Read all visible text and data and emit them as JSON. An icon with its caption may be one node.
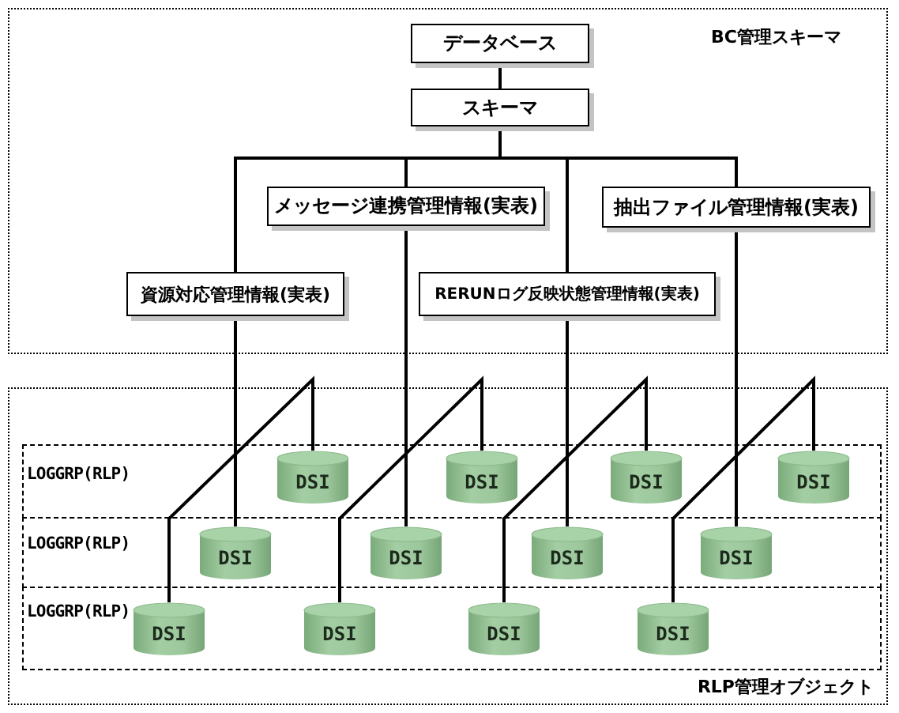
{
  "diagram": {
    "nodes": [
      {
        "text": [
          "BC管理スキーマ"
        ]
      },
      {
        "text": [
          "データベース"
        ],
        "in": 0
      },
      {
        "text": [
          "スキーマ"
        ],
        "in": 0
      },
      {
        "text": [
          "メッセージ連携管理情報(実表)"
        ],
        "in": 0
      },
      {
        "text": [
          "抽出ファイル管理情報(実表)"
        ],
        "in": 0
      },
      {
        "text": [
          "資源対応管理情報(実表)"
        ],
        "in": 0
      },
      {
        "text": [
          "RERUNログ反映状態管理情報(実表)"
        ],
        "in": 0
      },
      {
        "text": [
          "RLP管理オブジェクト"
        ]
      },
      {
        "text": [
          "LOGGRP(RLP)"
        ],
        "in": 7
      },
      {
        "text": [
          "DSI"
        ],
        "in": 8
      },
      {
        "text": [
          "DSI"
        ],
        "in": 8
      },
      {
        "text": [
          "DSI"
        ],
        "in": 8
      },
      {
        "text": [
          "DSI"
        ],
        "in": 8
      },
      {
        "text": [
          "LOGGRP(RLP)"
        ],
        "in": 7
      },
      {
        "text": [
          "DSI"
        ],
        "in": 13
      },
      {
        "text": [
          "DSI"
        ],
        "in": 13
      },
      {
        "text": [
          "DSI"
        ],
        "in": 13
      },
      {
        "text": [
          "DSI"
        ],
        "in": 13
      },
      {
        "text": [
          "LOGGRP(RLP)"
        ],
        "in": 7
      },
      {
        "text": [
          "DSI"
        ],
        "in": 18
      },
      {
        "text": [
          "DSI"
        ],
        "in": 18
      },
      {
        "text": [
          "DSI"
        ],
        "in": 18
      },
      {
        "text": [
          "DSI"
        ],
        "in": 18
      }
    ],
    "edges": [
      {
        "from": 1,
        "to": 2,
        "arrow": "none"
      },
      {
        "from": 2,
        "to": 5,
        "arrow": "none"
      },
      {
        "from": 2,
        "to": 3,
        "arrow": "none"
      },
      {
        "from": 2,
        "to": 6,
        "arrow": "none"
      },
      {
        "from": 2,
        "to": 4,
        "arrow": "none"
      },
      {
        "from": 5,
        "to": 9,
        "arrow": "none"
      },
      {
        "from": 5,
        "to": 14,
        "arrow": "none"
      },
      {
        "from": 5,
        "to": 19,
        "arrow": "none"
      },
      {
        "from": 3,
        "to": 10,
        "arrow": "none"
      },
      {
        "from": 3,
        "to": 15,
        "arrow": "none"
      },
      {
        "from": 3,
        "to": 20,
        "arrow": "none"
      },
      {
        "from": 6,
        "to": 11,
        "arrow": "none"
      },
      {
        "from": 6,
        "to": 16,
        "arrow": "none"
      },
      {
        "from": 6,
        "to": 21,
        "arrow": "none"
      },
      {
        "from": 4,
        "to": 12,
        "arrow": "none"
      },
      {
        "from": 4,
        "to": 17,
        "arrow": "none"
      },
      {
        "from": 4,
        "to": 22,
        "arrow": "none"
      }
    ]
  }
}
